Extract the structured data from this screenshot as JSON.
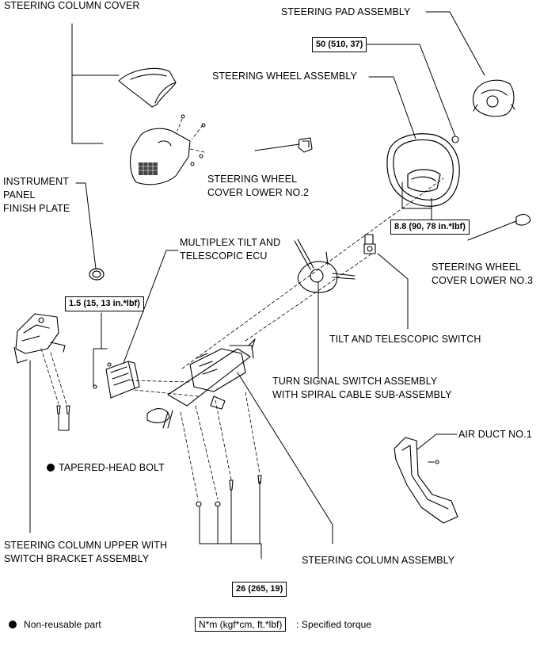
{
  "labels": {
    "steering_column_cover": "STEERING COLUMN COVER",
    "steering_pad_assembly": "STEERING PAD ASSEMBLY",
    "steering_wheel_assembly": "STEERING WHEEL ASSEMBLY",
    "instrument_panel_finish_plate": "INSTRUMENT\nPANEL\nFINISH PLATE",
    "steering_wheel_cover_lower_no2": "STEERING WHEEL\nCOVER LOWER NO.2",
    "steering_wheel_cover_lower_no3": "STEERING WHEEL\nCOVER LOWER NO.3",
    "multiplex_ecu": "MULTIPLEX TILT AND\nTELESCOPIC ECU",
    "tilt_telescopic_switch": "TILT AND TELESCOPIC SWITCH",
    "turn_signal_switch": "TURN SIGNAL SWITCH ASSEMBLY\nWITH SPIRAL CABLE SUB-ASSEMBLY",
    "air_duct_no1": "AIR DUCT NO.1",
    "tapered_head_bolt": "TAPERED-HEAD BOLT",
    "steering_column_upper": "STEERING COLUMN UPPER WITH\nSWITCH BRACKET ASSEMBLY",
    "steering_column_assembly": "STEERING COLUMN ASSEMBLY"
  },
  "torques": {
    "t50": "50 (510, 37)",
    "t8_8": "8.8 (90, 78 in.*lbf)",
    "t1_5": "1.5 (15, 13 in.*lbf)",
    "t26": "26 (265, 19)"
  },
  "legend": {
    "non_reusable": "Non-reusable part",
    "torque_unit": "N*m (kgf*cm, ft.*lbf)",
    "torque_desc": ": Specified torque"
  }
}
